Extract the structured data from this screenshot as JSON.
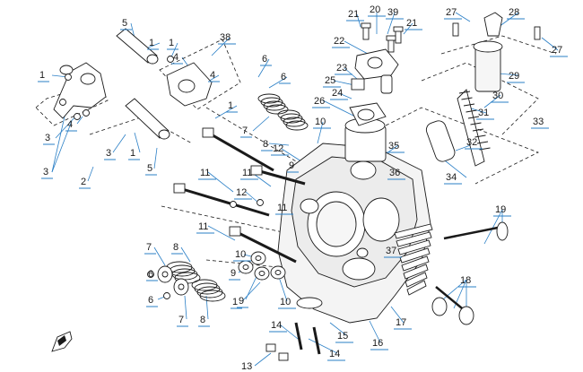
{
  "diagram": {
    "accent_color": "#2a7fc6",
    "line_color": "#1a1a1a",
    "callouts": [
      "1",
      "1",
      "1",
      "1",
      "1",
      "1",
      "3",
      "3",
      "3",
      "4",
      "4",
      "4",
      "5",
      "5",
      "6",
      "6",
      "6",
      "6",
      "7",
      "7",
      "7",
      "8",
      "8",
      "8",
      "9",
      "9",
      "9",
      "10",
      "10",
      "10",
      "11",
      "11",
      "11",
      "11",
      "12",
      "12",
      "13",
      "14",
      "14",
      "15",
      "16",
      "17",
      "18",
      "19",
      "20",
      "21",
      "21",
      "22",
      "23",
      "24",
      "25",
      "26",
      "27",
      "27",
      "28",
      "29",
      "30",
      "31",
      "32",
      "33",
      "34",
      "35",
      "36",
      "37",
      "38",
      "39",
      "2"
    ],
    "icons": [
      "front-arrow-icon"
    ]
  }
}
